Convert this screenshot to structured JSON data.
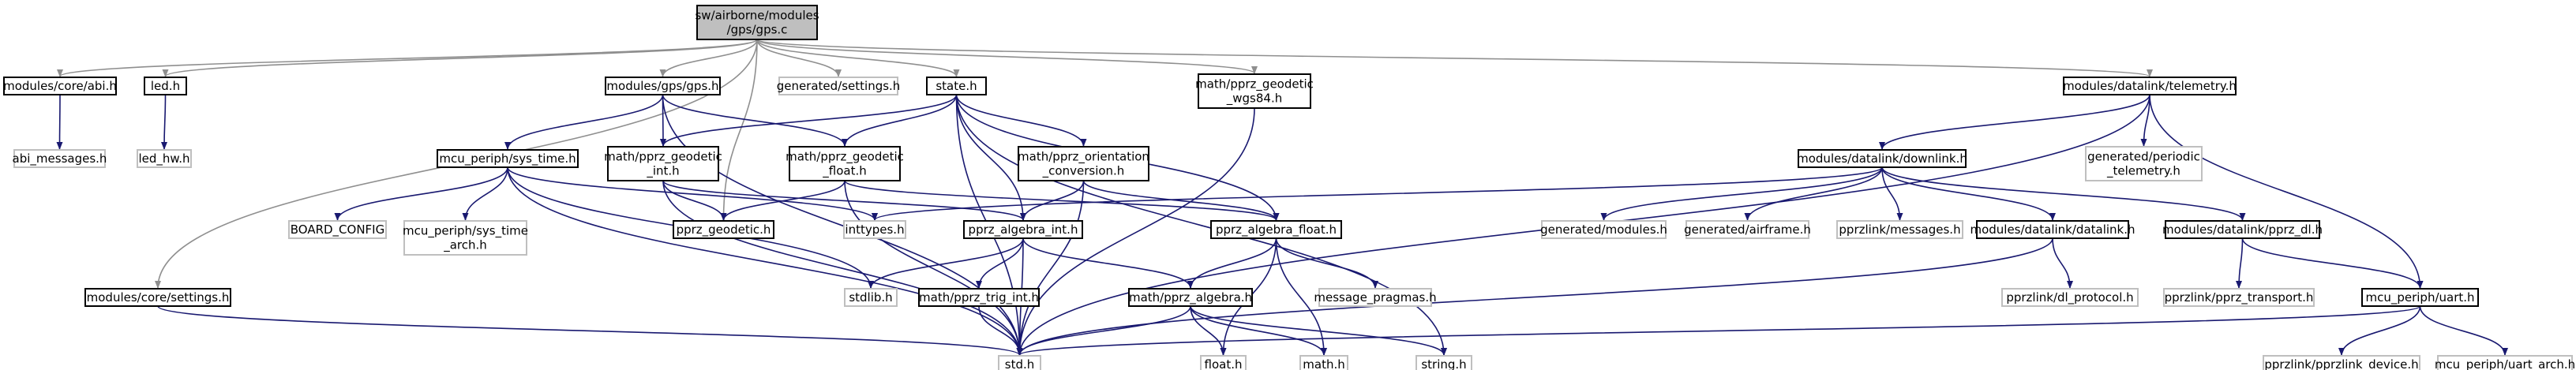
{
  "colors": {
    "edge": "#191970",
    "root_edge": "#8f8f8f",
    "root_fill": "#bfbfbf",
    "undocumented_border": "#bfbfbf"
  },
  "nodes": [
    {
      "id": "gps_c",
      "lines": [
        "sw/airborne/modules",
        "/gps/gps.c"
      ],
      "style": "root"
    },
    {
      "id": "core_abi",
      "lines": [
        "modules/core/abi.h"
      ],
      "style": "normal"
    },
    {
      "id": "abi_messages",
      "lines": [
        "abi_messages.h"
      ],
      "style": "dim"
    },
    {
      "id": "led",
      "lines": [
        "led.h"
      ],
      "style": "normal"
    },
    {
      "id": "led_hw",
      "lines": [
        "led_hw.h"
      ],
      "style": "dim"
    },
    {
      "id": "gps_h",
      "lines": [
        "modules/gps/gps.h"
      ],
      "style": "normal"
    },
    {
      "id": "gen_settings",
      "lines": [
        "generated/settings.h"
      ],
      "style": "dim"
    },
    {
      "id": "state",
      "lines": [
        "state.h"
      ],
      "style": "normal"
    },
    {
      "id": "wgs84",
      "lines": [
        "math/pprz_geodetic",
        "_wgs84.h"
      ],
      "style": "normal"
    },
    {
      "id": "telemetry",
      "lines": [
        "modules/datalink/telemetry.h"
      ],
      "style": "normal"
    },
    {
      "id": "sys_time",
      "lines": [
        "mcu_periph/sys_time.h"
      ],
      "style": "normal"
    },
    {
      "id": "geo_int",
      "lines": [
        "math/pprz_geodetic",
        "_int.h"
      ],
      "style": "normal"
    },
    {
      "id": "geo_float",
      "lines": [
        "math/pprz_geodetic",
        "_float.h"
      ],
      "style": "normal"
    },
    {
      "id": "orient",
      "lines": [
        "math/pprz_orientation",
        "_conversion.h"
      ],
      "style": "normal"
    },
    {
      "id": "gen_periodic",
      "lines": [
        "generated/periodic",
        "_telemetry.h"
      ],
      "style": "dim"
    },
    {
      "id": "downlink",
      "lines": [
        "modules/datalink/downlink.h"
      ],
      "style": "normal"
    },
    {
      "id": "board_config",
      "lines": [
        "BOARD_CONFIG"
      ],
      "style": "dim"
    },
    {
      "id": "sys_time_arch",
      "lines": [
        "mcu_periph/sys_time",
        "_arch.h"
      ],
      "style": "dim"
    },
    {
      "id": "pprz_geodetic",
      "lines": [
        "pprz_geodetic.h"
      ],
      "style": "normal"
    },
    {
      "id": "inttypes",
      "lines": [
        "inttypes.h"
      ],
      "style": "dim"
    },
    {
      "id": "alg_int",
      "lines": [
        "pprz_algebra_int.h"
      ],
      "style": "normal"
    },
    {
      "id": "alg_float",
      "lines": [
        "pprz_algebra_float.h"
      ],
      "style": "normal"
    },
    {
      "id": "gen_modules",
      "lines": [
        "generated/modules.h"
      ],
      "style": "dim"
    },
    {
      "id": "gen_airframe",
      "lines": [
        "generated/airframe.h"
      ],
      "style": "dim"
    },
    {
      "id": "pprzlink_msgs",
      "lines": [
        "pprzlink/messages.h"
      ],
      "style": "dim"
    },
    {
      "id": "datalink_dl",
      "lines": [
        "modules/datalink/datalink.h"
      ],
      "style": "normal"
    },
    {
      "id": "pprz_dl",
      "lines": [
        "modules/datalink/pprz_dl.h"
      ],
      "style": "normal"
    },
    {
      "id": "stdlib",
      "lines": [
        "stdlib.h"
      ],
      "style": "dim"
    },
    {
      "id": "trig_int",
      "lines": [
        "math/pprz_trig_int.h"
      ],
      "style": "normal"
    },
    {
      "id": "pprz_algebra",
      "lines": [
        "math/pprz_algebra.h"
      ],
      "style": "normal"
    },
    {
      "id": "msg_pragmas",
      "lines": [
        "message_pragmas.h"
      ],
      "style": "dim"
    },
    {
      "id": "dl_protocol",
      "lines": [
        "pprzlink/dl_protocol.h"
      ],
      "style": "dim"
    },
    {
      "id": "pprz_transport",
      "lines": [
        "pprzlink/pprz_transport.h"
      ],
      "style": "dim"
    },
    {
      "id": "uart",
      "lines": [
        "mcu_periph/uart.h"
      ],
      "style": "normal"
    },
    {
      "id": "core_settings",
      "lines": [
        "modules/core/settings.h"
      ],
      "style": "normal"
    },
    {
      "id": "std",
      "lines": [
        "std.h"
      ],
      "style": "dim"
    },
    {
      "id": "float_h",
      "lines": [
        "float.h"
      ],
      "style": "dim"
    },
    {
      "id": "math_h",
      "lines": [
        "math.h"
      ],
      "style": "dim"
    },
    {
      "id": "string_h",
      "lines": [
        "string.h"
      ],
      "style": "dim"
    },
    {
      "id": "pprzlink_device",
      "lines": [
        "pprzlink/pprzlink_device.h"
      ],
      "style": "dim"
    },
    {
      "id": "uart_arch",
      "lines": [
        "mcu_periph/uart_arch.h"
      ],
      "style": "dim"
    }
  ],
  "edges": [
    [
      "gps_c",
      "core_abi"
    ],
    [
      "gps_c",
      "led"
    ],
    [
      "gps_c",
      "gps_h"
    ],
    [
      "gps_c",
      "gen_settings"
    ],
    [
      "gps_c",
      "state"
    ],
    [
      "gps_c",
      "wgs84"
    ],
    [
      "gps_c",
      "telemetry"
    ],
    [
      "gps_c",
      "core_settings"
    ],
    [
      "gps_c",
      "pprz_geodetic"
    ],
    [
      "core_abi",
      "abi_messages"
    ],
    [
      "led",
      "led_hw"
    ],
    [
      "gps_h",
      "sys_time"
    ],
    [
      "gps_h",
      "geo_int"
    ],
    [
      "gps_h",
      "geo_float"
    ],
    [
      "gps_h",
      "std"
    ],
    [
      "state",
      "geo_int"
    ],
    [
      "state",
      "geo_float"
    ],
    [
      "state",
      "orient"
    ],
    [
      "state",
      "alg_int"
    ],
    [
      "state",
      "alg_float"
    ],
    [
      "state",
      "std"
    ],
    [
      "state",
      "string_h"
    ],
    [
      "wgs84",
      "std"
    ],
    [
      "telemetry",
      "downlink"
    ],
    [
      "telemetry",
      "gen_periodic"
    ],
    [
      "telemetry",
      "uart"
    ],
    [
      "telemetry",
      "std"
    ],
    [
      "sys_time",
      "board_config"
    ],
    [
      "sys_time",
      "sys_time_arch"
    ],
    [
      "sys_time",
      "inttypes"
    ],
    [
      "sys_time",
      "stdlib"
    ],
    [
      "sys_time",
      "std"
    ],
    [
      "geo_int",
      "pprz_geodetic"
    ],
    [
      "geo_int",
      "alg_int"
    ],
    [
      "geo_int",
      "std"
    ],
    [
      "geo_float",
      "pprz_geodetic"
    ],
    [
      "geo_float",
      "alg_float"
    ],
    [
      "geo_float",
      "std"
    ],
    [
      "orient",
      "alg_int"
    ],
    [
      "orient",
      "alg_float"
    ],
    [
      "orient",
      "std"
    ],
    [
      "downlink",
      "inttypes"
    ],
    [
      "downlink",
      "gen_modules"
    ],
    [
      "downlink",
      "gen_airframe"
    ],
    [
      "downlink",
      "pprzlink_msgs"
    ],
    [
      "downlink",
      "datalink_dl"
    ],
    [
      "downlink",
      "pprz_dl"
    ],
    [
      "alg_int",
      "stdlib"
    ],
    [
      "alg_int",
      "trig_int"
    ],
    [
      "alg_int",
      "pprz_algebra"
    ],
    [
      "alg_int",
      "std"
    ],
    [
      "alg_float",
      "pprz_algebra"
    ],
    [
      "alg_float",
      "msg_pragmas"
    ],
    [
      "alg_float",
      "float_h"
    ],
    [
      "alg_float",
      "math_h"
    ],
    [
      "datalink_dl",
      "dl_protocol"
    ],
    [
      "datalink_dl",
      "std"
    ],
    [
      "pprz_dl",
      "pprz_transport"
    ],
    [
      "pprz_dl",
      "uart"
    ],
    [
      "trig_int",
      "std"
    ],
    [
      "pprz_algebra",
      "std"
    ],
    [
      "pprz_algebra",
      "float_h"
    ],
    [
      "pprz_algebra",
      "math_h"
    ],
    [
      "pprz_algebra",
      "string_h"
    ],
    [
      "uart",
      "std"
    ],
    [
      "uart",
      "pprzlink_device"
    ],
    [
      "uart",
      "uart_arch"
    ],
    [
      "core_settings",
      "std"
    ]
  ]
}
